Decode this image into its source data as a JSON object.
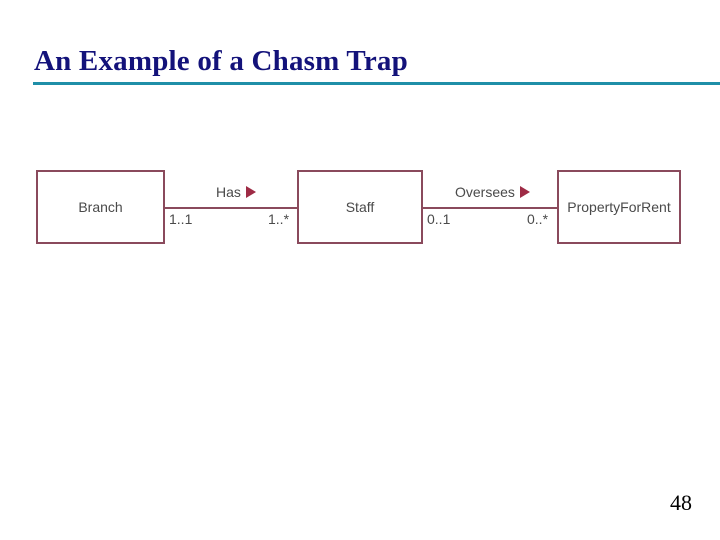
{
  "slide": {
    "title": "An Example of a Chasm Trap",
    "page_number": "48",
    "accent_rule_color": "#1f8fa8",
    "title_color": "#13127a",
    "diagram_stroke_color": "#8a4a5c",
    "arrow_color": "#9e2b45",
    "background_color": "#ffffff"
  },
  "diagram": {
    "type": "er-diagram",
    "entities": [
      {
        "id": "branch",
        "label": "Branch"
      },
      {
        "id": "staff",
        "label": "Staff"
      },
      {
        "id": "property",
        "label": "PropertyForRent"
      }
    ],
    "relationships": [
      {
        "id": "has",
        "label": "Has",
        "arrow": "triangle-right",
        "from": "branch",
        "to": "staff",
        "from_multiplicity": "1..1",
        "to_multiplicity": "1..*"
      },
      {
        "id": "oversees",
        "label": "Oversees",
        "arrow": "triangle-right",
        "from": "staff",
        "to": "property",
        "from_multiplicity": "0..1",
        "to_multiplicity": "0..*"
      }
    ]
  }
}
